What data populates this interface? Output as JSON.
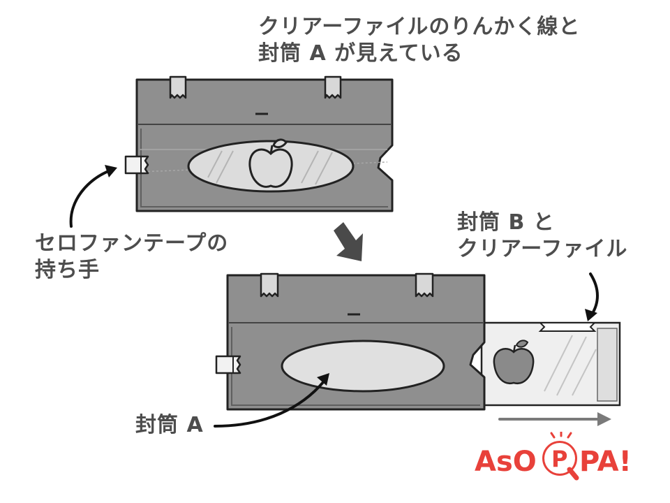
{
  "labels": {
    "top_line1": "クリアーファイルのりんかく線と",
    "top_line2": "封筒 A が見えている",
    "left_line1": "セロファンテープの",
    "left_line2": "持ち手",
    "right_line1": "封筒 B と",
    "right_line2": "クリアーファイル",
    "bottom": "封筒 A"
  },
  "logo": {
    "text": "ASOPPA!",
    "part1": "AsO",
    "part2": "P",
    "part3": "PA!"
  },
  "colors": {
    "envelope": "#8f8f8f",
    "outline": "#222222",
    "text": "#4d4d4d",
    "window": "#e0e0e0",
    "clear_file": "#efefef",
    "logo_red": "#e8413a",
    "arrow_gray": "#7a7a7a"
  },
  "icons": [
    "apple-icon",
    "tape-handle-icon",
    "arrow-icon",
    "magnifier-icon"
  ]
}
